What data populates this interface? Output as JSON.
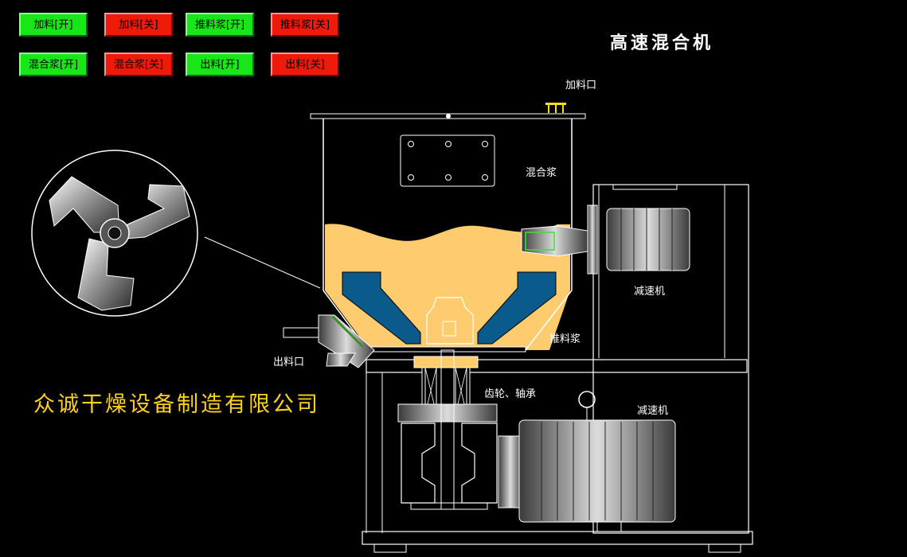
{
  "title": "高速混合机",
  "buttons": [
    {
      "label": "加料[开]",
      "state": "on",
      "color": "#19e619"
    },
    {
      "label": "加料[关]",
      "state": "off",
      "color": "#f01a0a"
    },
    {
      "label": "推料浆[开]",
      "state": "on",
      "color": "#19e619"
    },
    {
      "label": "推料浆[关]",
      "state": "off",
      "color": "#f01a0a"
    },
    {
      "label": "混合浆[开]",
      "state": "on",
      "color": "#19e619"
    },
    {
      "label": "混合浆[关]",
      "state": "off",
      "color": "#f01a0a"
    },
    {
      "label": "出料[开]",
      "state": "on",
      "color": "#19e619"
    },
    {
      "label": "出料[关]",
      "state": "off",
      "color": "#f01a0a"
    }
  ],
  "labels": {
    "feed_port": "加料口",
    "mixing_paddle": "混合浆",
    "reducer_top": "减速机",
    "push_paddle": "推料浆",
    "discharge_port": "出料口",
    "gear_bearing": "齿轮、轴承",
    "reducer_bottom": "减速机"
  },
  "company": "众诚干燥设备制造有限公司",
  "colors": {
    "material": "#fecc6e",
    "paddle": "#0b5a8c",
    "background": "#000000",
    "company_text": "#ffd21e"
  }
}
